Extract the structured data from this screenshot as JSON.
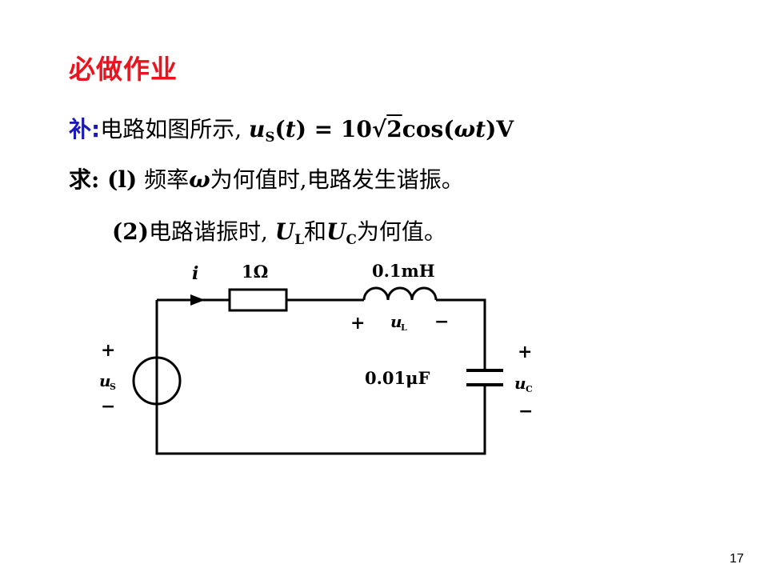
{
  "heading": "必做作业",
  "problem": {
    "label": "补:",
    "text": "电路如图所示,",
    "equation": {
      "u": "u",
      "u_sub": "S",
      "open": "(",
      "t": "t",
      "close": ")",
      "eq": " = 10",
      "root_sym": "√",
      "root": "2",
      "cos": "cos(",
      "omega_t": "ωt",
      "tail": ")V"
    }
  },
  "question1": {
    "prefix": "求: (l)",
    "text_a": " 频率",
    "omega": "ω",
    "text_b": "为何值时,电路发生谐振。"
  },
  "question2": {
    "prefix": "(2)",
    "text_a": "电路谐振时, ",
    "UL": "U",
    "UL_sub": "L",
    "and": "和",
    "UC": "U",
    "UC_sub": "C",
    "text_b": "为何值。"
  },
  "circuit": {
    "current": "i",
    "resistor": "1Ω",
    "inductor": "0.1mH",
    "capacitor": "0.01μF",
    "plus": "+",
    "minus": "−",
    "uL": "u",
    "uL_sub": "L",
    "uC": "u",
    "uC_sub": "C",
    "us": "u",
    "us_sub": "S"
  },
  "page_number": "17"
}
